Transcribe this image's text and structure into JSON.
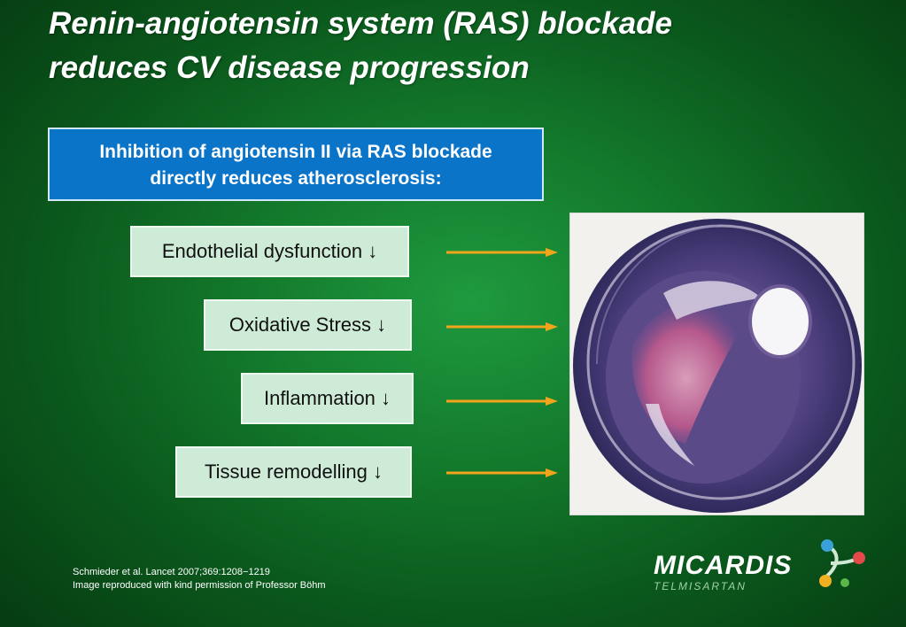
{
  "title": {
    "line1": "Renin-angiotensin system (RAS) blockade",
    "line2": "reduces CV disease progression"
  },
  "callout": {
    "line1": "Inhibition of angiotensin II via RAS blockade",
    "line2": "directly reduces atherosclerosis:"
  },
  "effects": [
    {
      "label": "Endothelial dysfunction ↓"
    },
    {
      "label": "Oxidative Stress ↓"
    },
    {
      "label": "Inflammation ↓"
    },
    {
      "label": "Tissue remodelling ↓"
    }
  ],
  "citation": {
    "line1": "Schmieder et al. Lancet 2007;369:1208−1219",
    "line2": "Image reproduced with kind permission of Professor Böhm"
  },
  "logo": {
    "brand": "MICARDIS",
    "subtitle": "TELMISARTAN"
  },
  "colors": {
    "arrow": "#f2a51a",
    "callout_bg": "#0a74c9",
    "effect_box_bg": "#cdebd6"
  }
}
